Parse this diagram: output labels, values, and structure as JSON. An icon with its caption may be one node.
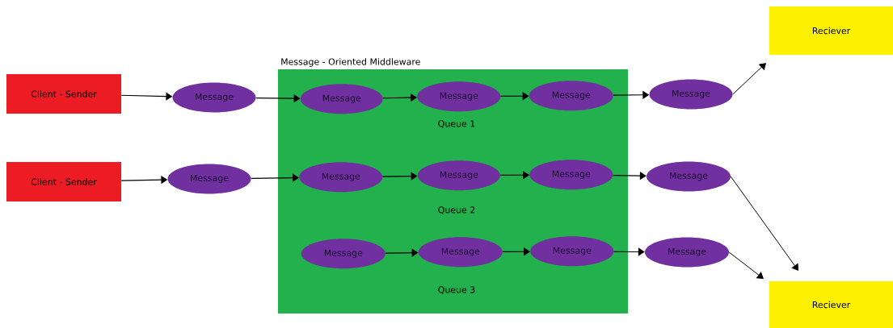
{
  "diagram": {
    "nodes": [
      {
        "text": [
          "Client - Sender"
        ]
      },
      {
        "text": [
          "Client - Sender"
        ]
      },
      {
        "text": [
          "Message - Oriented Middleware"
        ]
      },
      {
        "text": [
          "Message"
        ]
      },
      {
        "text": [
          "Message"
        ]
      },
      {
        "text": [
          "Message"
        ],
        "in": 2
      },
      {
        "text": [
          "Message"
        ],
        "in": 2
      },
      {
        "text": [
          "Message"
        ],
        "in": 2
      },
      {
        "text": [
          "Message"
        ],
        "in": 2
      },
      {
        "text": [
          "Message"
        ],
        "in": 2
      },
      {
        "text": [
          "Message"
        ],
        "in": 2
      },
      {
        "text": [
          "Message"
        ],
        "in": 2
      },
      {
        "text": [
          "Message"
        ],
        "in": 2
      },
      {
        "text": [
          "Message"
        ],
        "in": 2
      },
      {
        "text": [
          "Message"
        ]
      },
      {
        "text": [
          "Message"
        ]
      },
      {
        "text": [
          "Message"
        ]
      },
      {
        "text": [
          "Reciever"
        ]
      },
      {
        "text": [
          "Reciever"
        ]
      }
    ],
    "edges": [
      {
        "from": 0,
        "to": 3,
        "arrow": "to"
      },
      {
        "from": 3,
        "to": 5,
        "arrow": "to"
      },
      {
        "from": 5,
        "to": 6,
        "arrow": "to"
      },
      {
        "from": 6,
        "to": 7,
        "arrow": "to"
      },
      {
        "from": 7,
        "to": 14,
        "arrow": "to"
      },
      {
        "from": 14,
        "to": 17,
        "arrow": "to"
      },
      {
        "from": 1,
        "to": 4,
        "arrow": "to"
      },
      {
        "from": 4,
        "to": 8,
        "arrow": "to"
      },
      {
        "from": 8,
        "to": 9,
        "arrow": "to"
      },
      {
        "from": 9,
        "to": 10,
        "arrow": "to"
      },
      {
        "from": 10,
        "to": 15,
        "arrow": "to"
      },
      {
        "from": 15,
        "to": 18,
        "arrow": "to"
      },
      {
        "from": 11,
        "to": 12,
        "arrow": "to"
      },
      {
        "from": 12,
        "to": 13,
        "arrow": "to"
      },
      {
        "from": 13,
        "to": 16,
        "arrow": "to"
      },
      {
        "from": 16,
        "to": 18,
        "arrow": "to"
      }
    ],
    "labels": [
      "Queue 1",
      "Queue 2",
      "Queue 3"
    ]
  }
}
